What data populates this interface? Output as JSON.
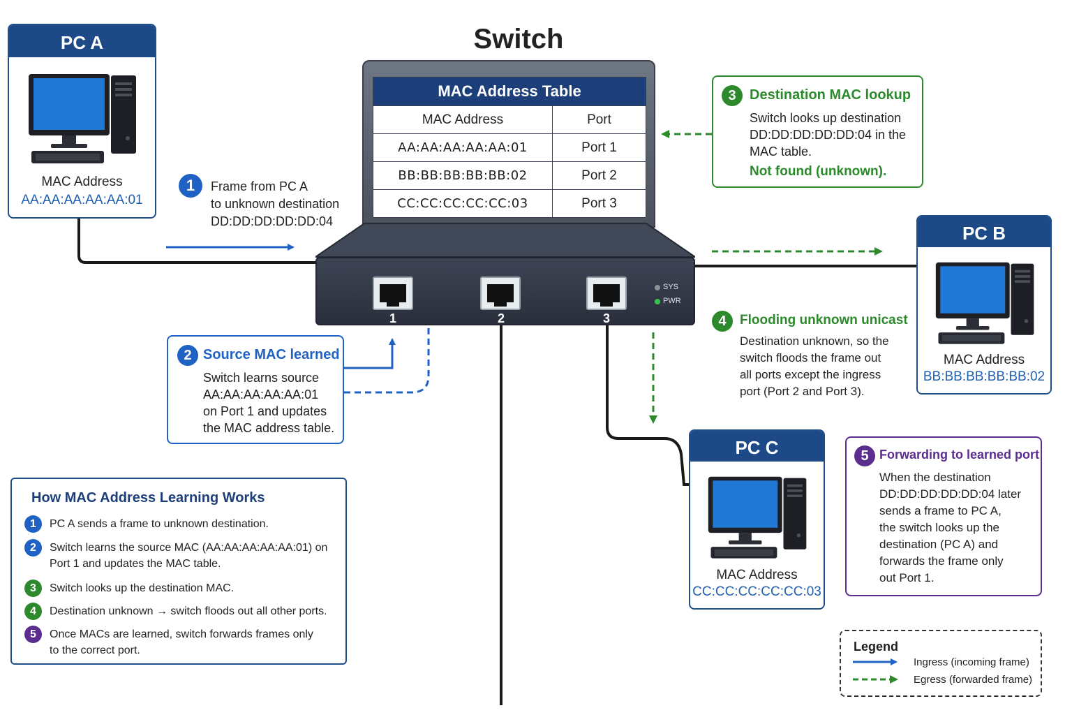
{
  "title": "Switch",
  "mac_table": {
    "caption": "MAC Address Table",
    "headers": [
      "MAC Address",
      "Port"
    ],
    "rows": [
      {
        "mac": "AA:AA:AA:AA:AA:01",
        "port": "Port 1"
      },
      {
        "mac": "BB:BB:BB:BB:BB:02",
        "port": "Port 2"
      },
      {
        "mac": "CC:CC:CC:CC:CC:03",
        "port": "Port 3"
      }
    ]
  },
  "switch": {
    "ports": [
      "1",
      "2",
      "3"
    ],
    "leds": [
      "SYS",
      "PWR"
    ]
  },
  "pcs": {
    "a": {
      "name": "PC A",
      "mac_label": "MAC Address",
      "mac": "AA:AA:AA:AA:AA:01"
    },
    "b": {
      "name": "PC B",
      "mac_label": "MAC Address",
      "mac": "BB:BB:BB:BB:BB:02"
    },
    "c": {
      "name": "PC C",
      "mac_label": "MAC Address",
      "mac": "CC:CC:CC:CC:CC:03"
    }
  },
  "steps": {
    "s1": {
      "num": "1",
      "lines": [
        "Frame from PC A",
        "to unknown destination",
        "DD:DD:DD:DD:DD:04"
      ]
    },
    "s2": {
      "num": "2",
      "title": "Source MAC learned",
      "lines": [
        "Switch learns source",
        "AA:AA:AA:AA:AA:01",
        "on Port 1 and updates",
        "the MAC address table."
      ]
    },
    "s3": {
      "num": "3",
      "title": "Destination MAC lookup",
      "lines": [
        "Switch looks up destination",
        "DD:DD:DD:DD:DD:04 in the",
        "MAC table."
      ],
      "result": "Not found (unknown)."
    },
    "s4": {
      "num": "4",
      "title": "Flooding unknown unicast",
      "lines": [
        "Destination unknown, so the",
        "switch floods the frame out",
        "all ports except the ingress",
        "port (Port 2 and Port 3)."
      ]
    },
    "s5": {
      "num": "5",
      "title": "Forwarding to learned port",
      "lines": [
        "When the destination",
        "DD:DD:DD:DD:DD:04 later",
        "sends a frame to PC A,",
        "the switch looks up the",
        "destination (PC A) and",
        "forwards the frame only",
        "out Port 1."
      ]
    }
  },
  "how_it_works": {
    "title": "How MAC Address Learning Works",
    "items": [
      {
        "num": "1",
        "text": "PC A sends a frame to unknown destination."
      },
      {
        "num": "2",
        "text": "Switch learns the source MAC (AA:AA:AA:AA:AA:01) on Port 1 and updates the MAC table."
      },
      {
        "num": "3",
        "text": "Switch looks up the destination MAC."
      },
      {
        "num": "4",
        "text": "Destination unknown → switch floods out all other ports."
      },
      {
        "num": "5",
        "text": "Once MACs are learned, switch forwards frames only to the correct port."
      }
    ]
  },
  "legend": {
    "title": "Legend",
    "ingress": "Ingress (incoming frame)",
    "egress": "Egress (forwarded frame)"
  },
  "colors": {
    "header_navy": "#1d4a87",
    "ingress_blue": "#1f62c4",
    "egress_green": "#2c8a2c",
    "step5_purple": "#5b2d8e"
  }
}
